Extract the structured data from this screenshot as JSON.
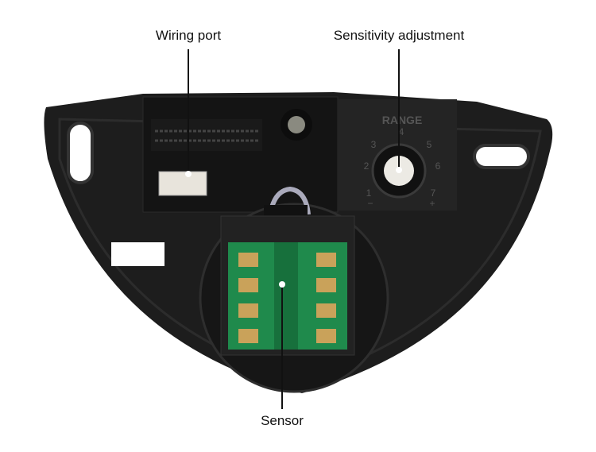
{
  "labels": {
    "wiring_port": "Wiring port",
    "sensitivity": "Sensitivity adjustment",
    "sensor": "Sensor"
  },
  "device": {
    "dial_title": "RANGE",
    "dial_marks": [
      "1",
      "2",
      "3",
      "4",
      "5",
      "6",
      "7"
    ],
    "minus": "−",
    "plus": "+"
  },
  "colors": {
    "body": "#1d1d1d",
    "pcb": "#1f8a4c",
    "pad": "#c9a25a"
  }
}
